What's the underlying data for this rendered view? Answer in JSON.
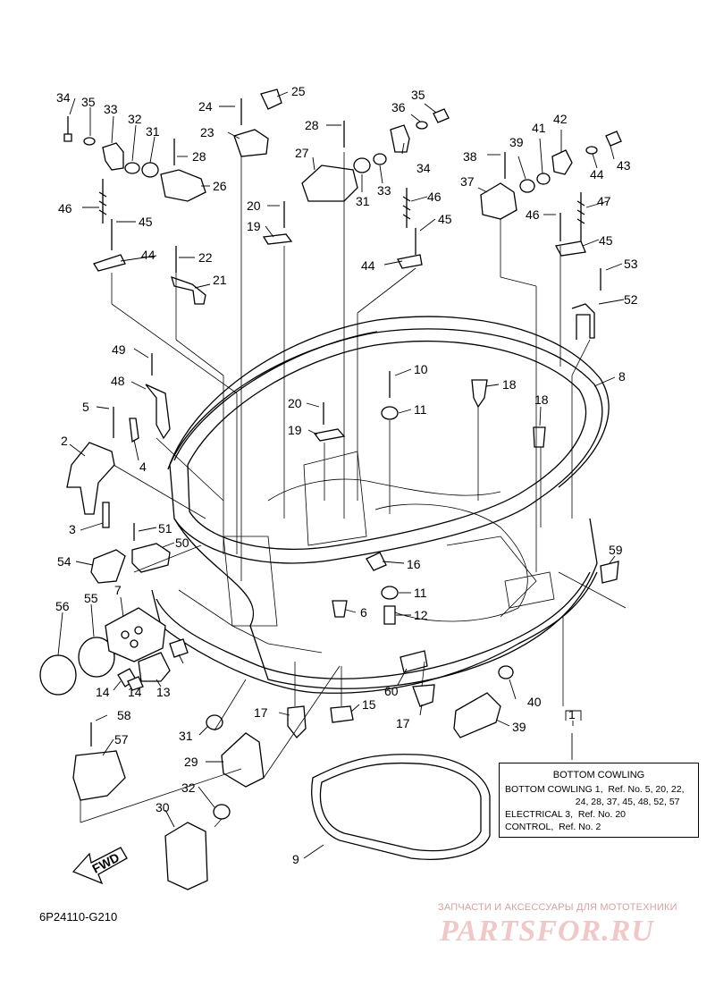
{
  "diagram_code": "6P24110-G210",
  "fwd_label": "FWD",
  "callouts": [
    "1",
    "2",
    "3",
    "4",
    "5",
    "6",
    "7",
    "8",
    "9",
    "10",
    "11",
    "11",
    "12",
    "13",
    "14",
    "14",
    "15",
    "16",
    "17",
    "17",
    "18",
    "18",
    "19",
    "19",
    "20",
    "20",
    "21",
    "22",
    "23",
    "24",
    "25",
    "26",
    "27",
    "28",
    "28",
    "29",
    "30",
    "31",
    "31",
    "31",
    "32",
    "32",
    "33",
    "33",
    "34",
    "34",
    "35",
    "35",
    "36",
    "37",
    "38",
    "39",
    "39",
    "40",
    "41",
    "42",
    "43",
    "44",
    "44",
    "44",
    "45",
    "45",
    "45",
    "46",
    "46",
    "46",
    "47",
    "48",
    "49",
    "50",
    "51",
    "52",
    "53",
    "54",
    "55",
    "56",
    "57",
    "58",
    "59",
    "60"
  ],
  "legend": {
    "title": "BOTTOM COWLING",
    "lines": [
      "BOTTOM COWLING 1,  Ref. No. 5, 20, 22,",
      "                           24, 28, 37, 45, 48, 52, 57",
      "ELECTRICAL 3,  Ref. No. 20",
      "CONTROL,  Ref. No. 2"
    ]
  },
  "watermark": {
    "caption": "ЗАПЧАСТИ И АКСЕССУАРЫ ДЛЯ МОТОТЕХНИКИ",
    "logo": "PARTSFOR.RU"
  }
}
